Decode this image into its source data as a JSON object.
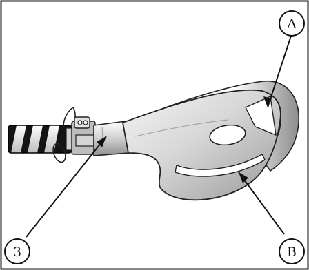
{
  "callouts": {
    "a": {
      "label": "A"
    },
    "b": {
      "label": "B"
    },
    "three": {
      "label": "3"
    }
  },
  "colors": {
    "frame": "#111111",
    "metal_light": "#e6e6e6",
    "metal_mid": "#bdbdbd",
    "metal_dark": "#8a8a8a",
    "handle": "#141414"
  }
}
